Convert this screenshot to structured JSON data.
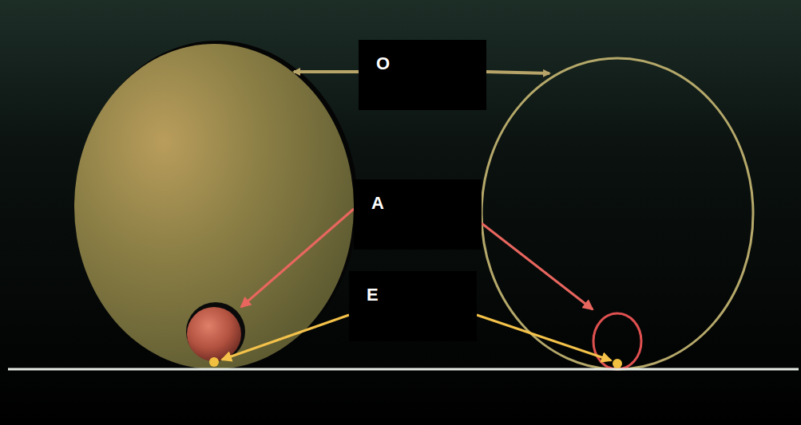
{
  "diagram": {
    "nodes": [
      {
        "text": [
          "O"
        ]
      },
      {
        "text": [
          "A"
        ]
      },
      {
        "text": [
          "E"
        ]
      }
    ]
  }
}
